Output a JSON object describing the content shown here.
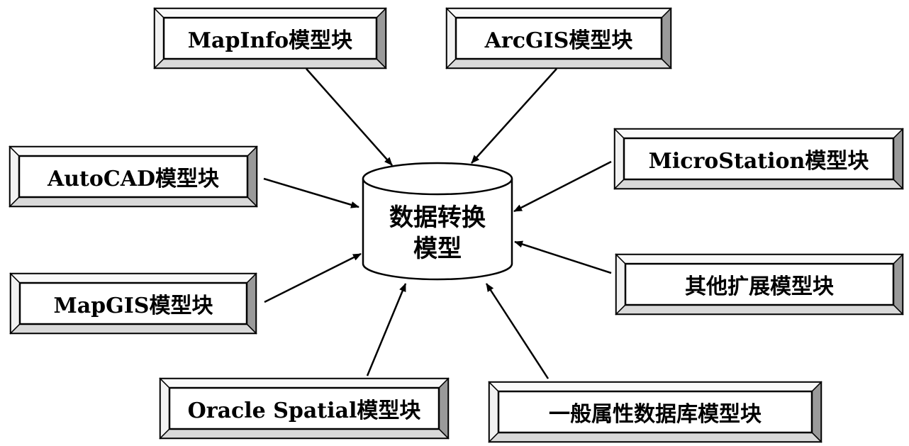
{
  "center": {
    "line1": "数据转换",
    "line2": "模型"
  },
  "modules": {
    "mapinfo": "MapInfo模型块",
    "arcgis": "ArcGIS模型块",
    "autocad": "AutoCAD模型块",
    "microstation": "MicroStation模型块",
    "mapgis": "MapGIS模型块",
    "other": "其他扩展模型块",
    "oracle": "Oracle Spatial模型块",
    "attribute_db": "一般属性数据库模型块"
  }
}
